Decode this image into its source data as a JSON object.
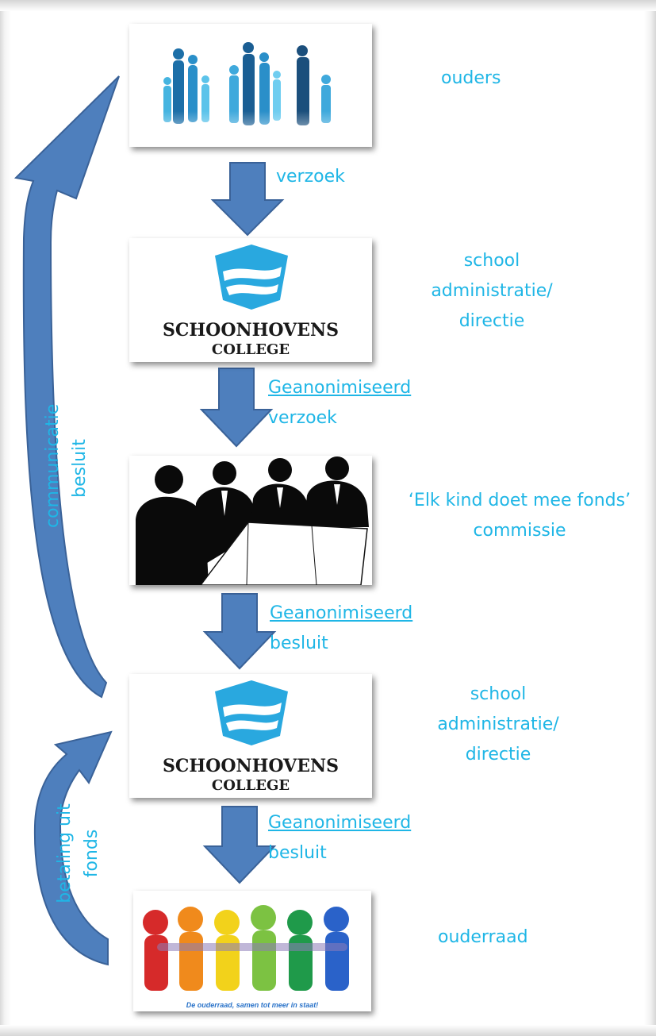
{
  "nodes": {
    "ouders": {
      "label": "ouders"
    },
    "school1": {
      "lines": [
        "school",
        "administratie/",
        "directie"
      ],
      "logo_line1": "SCHOONHOVENS",
      "logo_line2": "COLLEGE"
    },
    "commissie": {
      "lines": [
        "‘Elk kind doet mee fonds’",
        "commissie"
      ]
    },
    "school2": {
      "lines": [
        "school",
        "administratie/",
        "directie"
      ],
      "logo_line1": "SCHOONHOVENS",
      "logo_line2": "COLLEGE"
    },
    "ouderraad": {
      "label": "ouderraad",
      "caption": "De ouderraad, samen tot meer in staat!"
    }
  },
  "edges": {
    "e1": {
      "label": "verzoek"
    },
    "e2": {
      "line1": "Geanonimiseerd",
      "line2": "verzoek"
    },
    "e3": {
      "line1": "Geanonimiseerd",
      "line2": "besluit"
    },
    "e4": {
      "line1": "Geanonimiseerd",
      "line2": "besluit"
    },
    "loop_top": {
      "line1": "communicatie",
      "line2": "besluit"
    },
    "loop_bottom": {
      "line1": "betaling uit",
      "line2": "fonds"
    }
  },
  "colors": {
    "arrow_fill": "#4e7fbd",
    "arrow_stroke": "#3a6298",
    "label_text": "#1fb6e6",
    "logo_blue": "#29a8df"
  }
}
